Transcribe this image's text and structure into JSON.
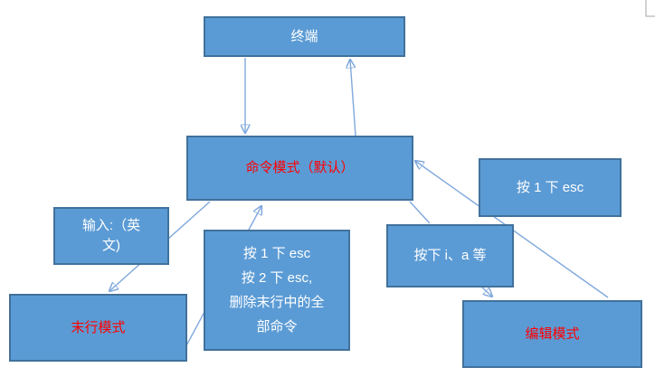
{
  "diagram": {
    "description": "Flowchart of vim/terminal editor modes",
    "colors": {
      "node_fill": "#5b9bd5",
      "node_border": "#41719c",
      "connector_line": "#7fa8dc",
      "arrowhead": "#4a7cc7",
      "label_white": "#ffffff",
      "label_red": "#ff0000",
      "page_corner_mark": "#a6a6a6"
    },
    "nodes": {
      "terminal": {
        "label": "终端"
      },
      "command": {
        "label": "命令模式（默认）"
      },
      "esc_once": {
        "label": "按 1 下 esc"
      },
      "input_colon": {
        "lines": [
          "输入:（英",
          "文)"
        ]
      },
      "esc_multi": {
        "lines": [
          "按 1 下 esc",
          "按 2 下 esc,",
          "删除末行中的全",
          "部命令"
        ]
      },
      "press_ia": {
        "label": "按下 i、a 等"
      },
      "last_line": {
        "label": "末行模式"
      },
      "edit": {
        "label": "编辑模式"
      }
    },
    "connectors": [
      {
        "from": "terminal",
        "to": "command",
        "arrow": true
      },
      {
        "from": "command",
        "to": "terminal",
        "arrow": true
      },
      {
        "from": "last_line",
        "to": "command",
        "arrow": true,
        "via_label": "esc_multi"
      },
      {
        "from": "command",
        "to": "last_line",
        "arrow": true,
        "via_label": "input_colon"
      },
      {
        "from": "command",
        "to": "press_ia",
        "arrow": false
      },
      {
        "from": "press_ia",
        "to": "edit",
        "arrow": true
      },
      {
        "from": "edit",
        "to": "command",
        "arrow": true,
        "via_label": "esc_once"
      }
    ]
  }
}
